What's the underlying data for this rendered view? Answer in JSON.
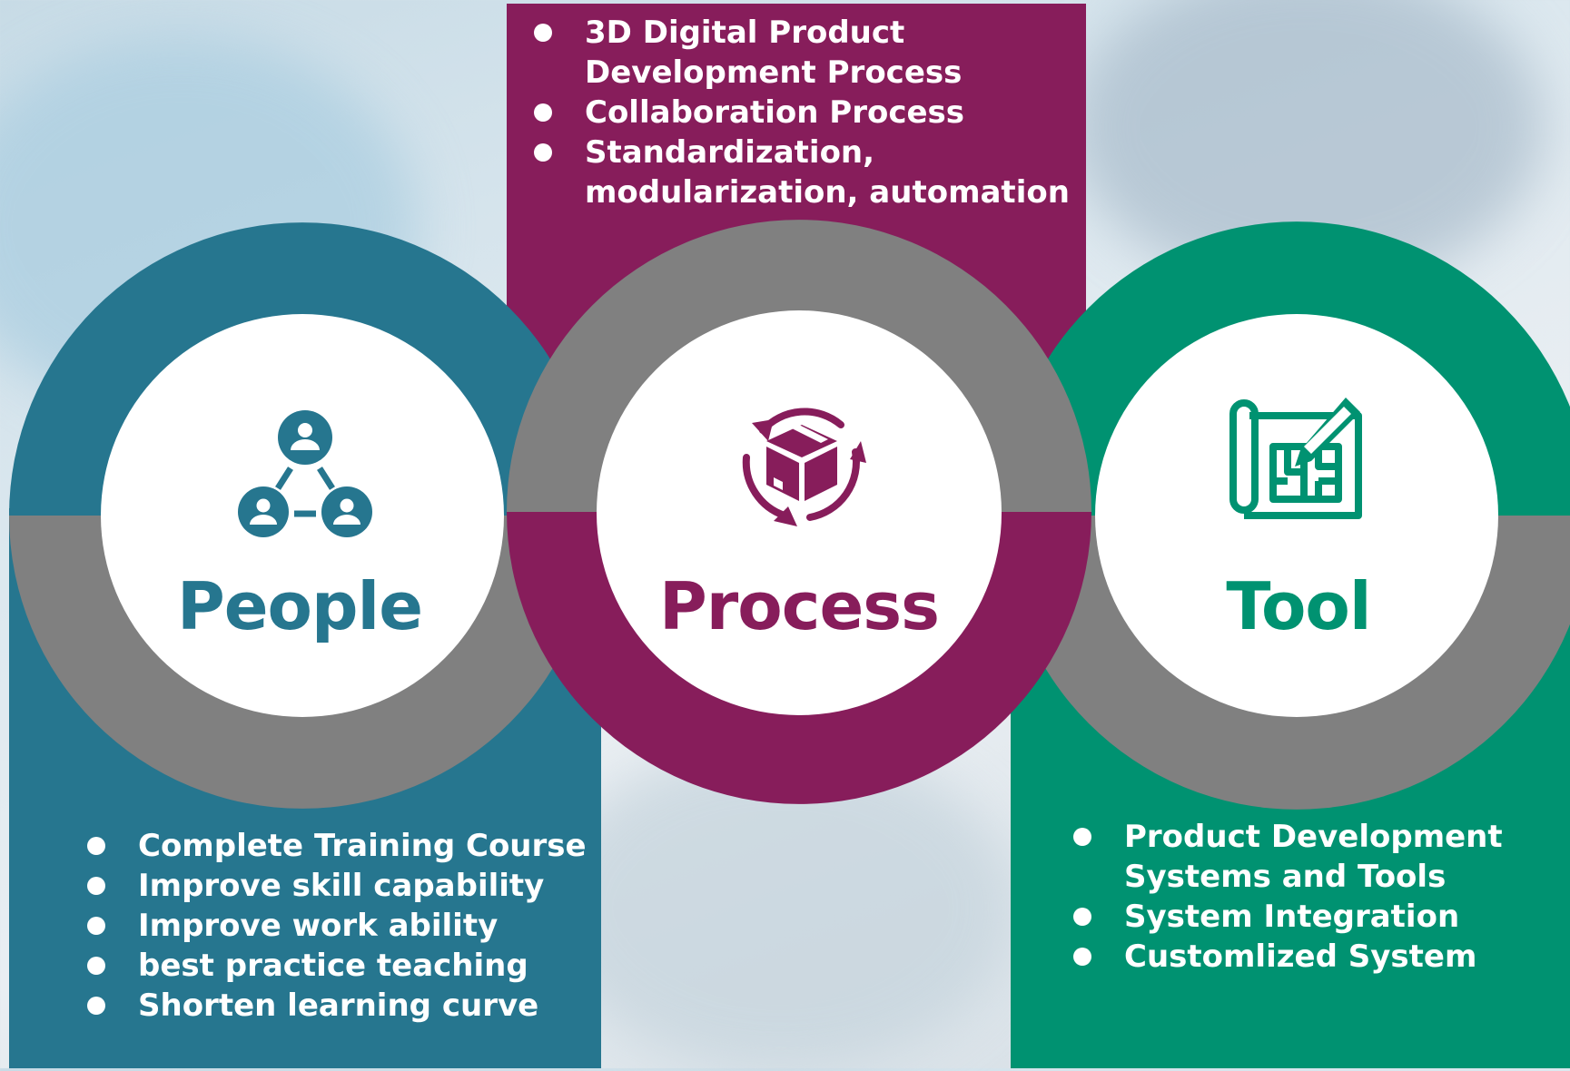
{
  "colors": {
    "people": "#26768f",
    "process": "#871d5b",
    "tool": "#009271",
    "gray": "#808080",
    "white": "#ffffff"
  },
  "people": {
    "title": "People",
    "icon": "people-network-icon",
    "bullets": [
      "Complete Training Course",
      "Improve skill capability",
      "Improve work ability",
      "best practice teaching",
      "Shorten learning curve"
    ]
  },
  "process": {
    "title": "Process",
    "icon": "box-cycle-icon",
    "bullets": [
      "3D Digital Product Development Process",
      "Collaboration Process",
      "Standardization, modularization, automation"
    ]
  },
  "tool": {
    "title": "Tool",
    "icon": "blueprint-pencil-icon",
    "bullets": [
      "Product Development Systems and Tools",
      "System Integration",
      "Customlized System"
    ]
  }
}
